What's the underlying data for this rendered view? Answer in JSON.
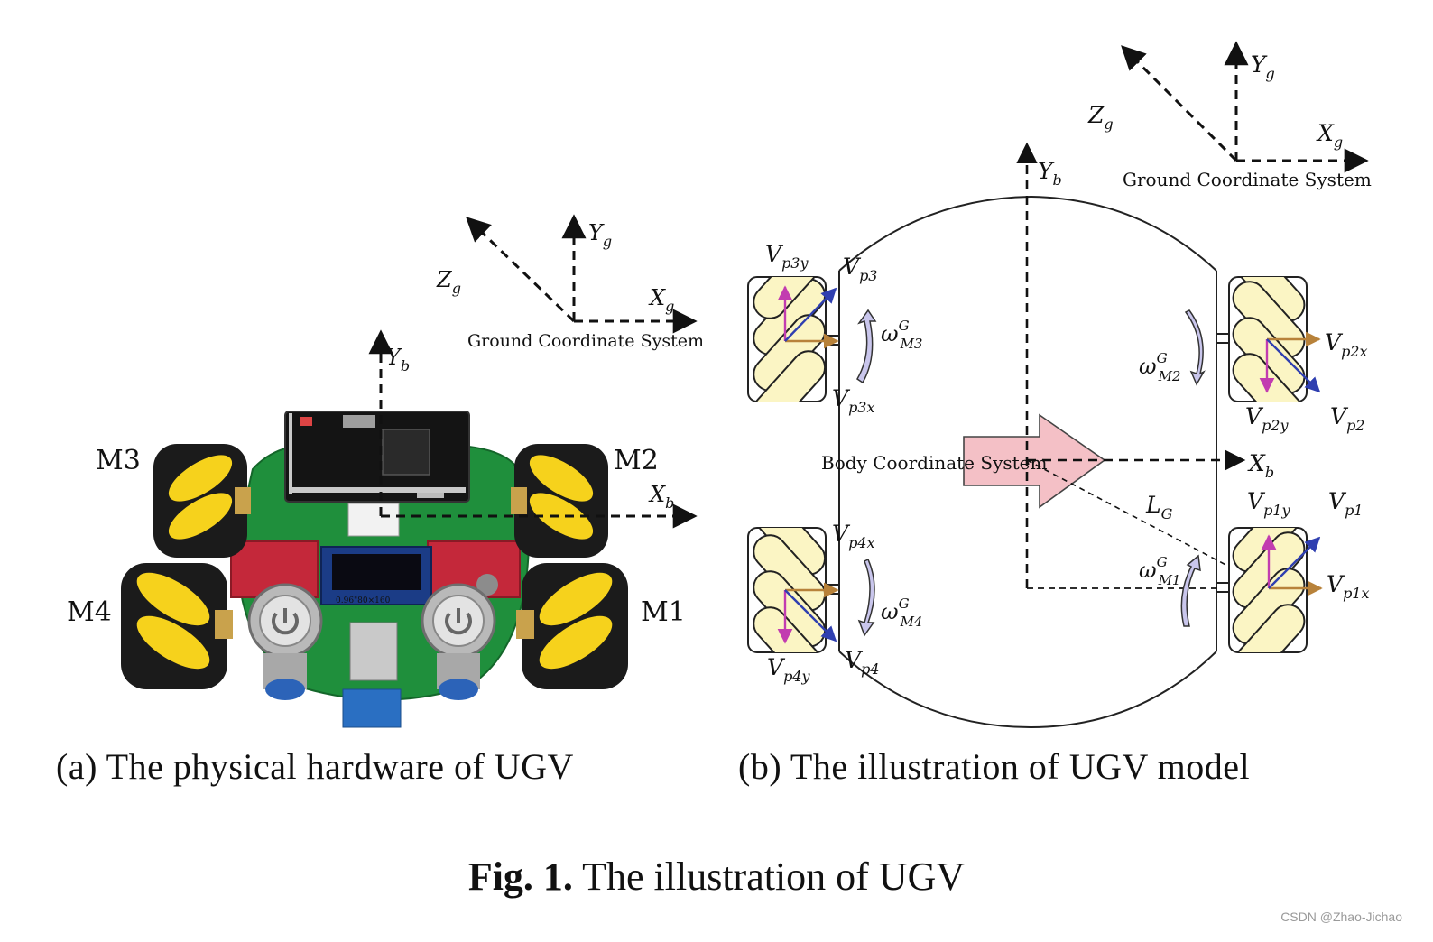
{
  "caption_a": "(a) The physical hardware of UGV",
  "caption_b": "(b) The illustration of UGV model",
  "figure_caption": {
    "label": "Fig. 1.",
    "text": " The illustration of UGV"
  },
  "credit": "CSDN @Zhao-Jichao",
  "panel_a": {
    "motors": {
      "m1": "M1",
      "m2": "M2",
      "m3": "M3",
      "m4": "M4"
    },
    "ground_label": "Ground Coordinate System",
    "axes": {
      "xg": "X",
      "yg": "Y",
      "zg": "Z",
      "g_sub": "g",
      "xb": "X",
      "yb": "Y",
      "b_sub": "b"
    },
    "board_text": "0.96\"80×160"
  },
  "panel_b": {
    "ground_label": "Ground Coordinate System",
    "body_label": "Body Coordinate System",
    "axes": {
      "xg": "X",
      "yg": "Y",
      "zg": "Z",
      "g_sub": "g",
      "xb": "X",
      "yb": "Y",
      "b_sub": "b"
    },
    "lg": {
      "main": "L",
      "sub": "G"
    },
    "omega": {
      "m1": {
        "sym": "ω",
        "sup": "G",
        "sub": "M1"
      },
      "m2": {
        "sym": "ω",
        "sup": "G",
        "sub": "M2"
      },
      "m3": {
        "sym": "ω",
        "sup": "G",
        "sub": "M3"
      },
      "m4": {
        "sym": "ω",
        "sup": "G",
        "sub": "M4"
      }
    },
    "velocities": {
      "vp1": {
        "main": "V",
        "sub": "p1"
      },
      "vp1x": {
        "main": "V",
        "sub": "p1x"
      },
      "vp1y": {
        "main": "V",
        "sub": "p1y"
      },
      "vp2": {
        "main": "V",
        "sub": "p2"
      },
      "vp2x": {
        "main": "V",
        "sub": "p2x"
      },
      "vp2y": {
        "main": "V",
        "sub": "p2y"
      },
      "vp3": {
        "main": "V",
        "sub": "p3"
      },
      "vp3x": {
        "main": "V",
        "sub": "p3x"
      },
      "vp3y": {
        "main": "V",
        "sub": "p3y"
      },
      "vp4": {
        "main": "V",
        "sub": "p4"
      },
      "vp4x": {
        "main": "V",
        "sub": "p4x"
      },
      "vp4y": {
        "main": "V",
        "sub": "p4y"
      }
    }
  },
  "colors": {
    "wheel_yellow": "#f6d21c",
    "wheel_black": "#1b1b1b",
    "pcb_green": "#1f8f3c",
    "roller_fill": "#fbf5c4",
    "arrow_fill": "#f4c0c6",
    "omega_fill": "#c9c6ec",
    "vx_arrow": "#b8823a",
    "vy_arrow": "#c23cb0",
    "v_arrow": "#2f3fb0"
  }
}
